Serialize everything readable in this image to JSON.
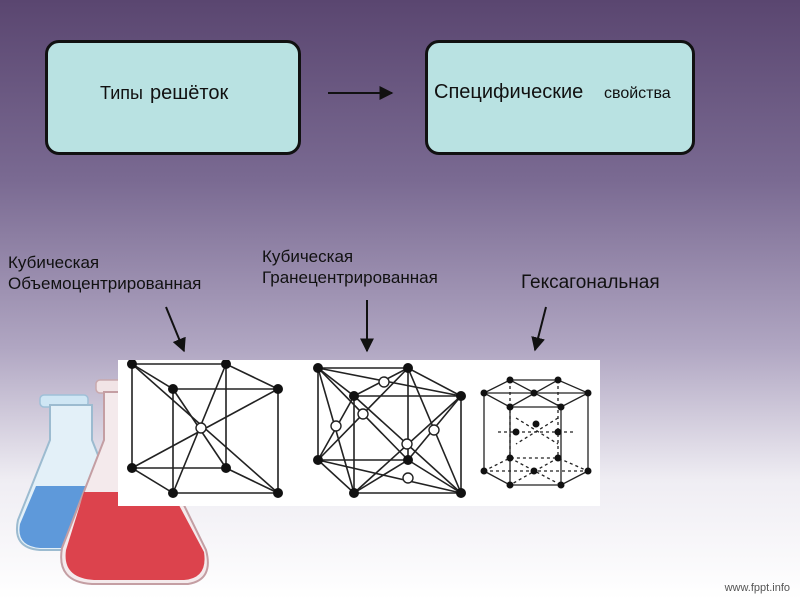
{
  "top_boxes": {
    "left_word1": "Типы",
    "left_word2": "решёток",
    "right_word1": "Специфические",
    "right_word2": "свойства"
  },
  "lattice_labels": {
    "bcc_line1": "Кубическая",
    "bcc_line2": "Объемоцентрированная",
    "fcc_line1": "Кубическая",
    "fcc_line2": "Гранецентрированная",
    "hex": "Гексагональная"
  },
  "footer": "www.fppt.info",
  "colors": {
    "box_fill": "#b9e2e2",
    "flask_blue": "#4f8fd6",
    "flask_red": "#d9343f"
  }
}
